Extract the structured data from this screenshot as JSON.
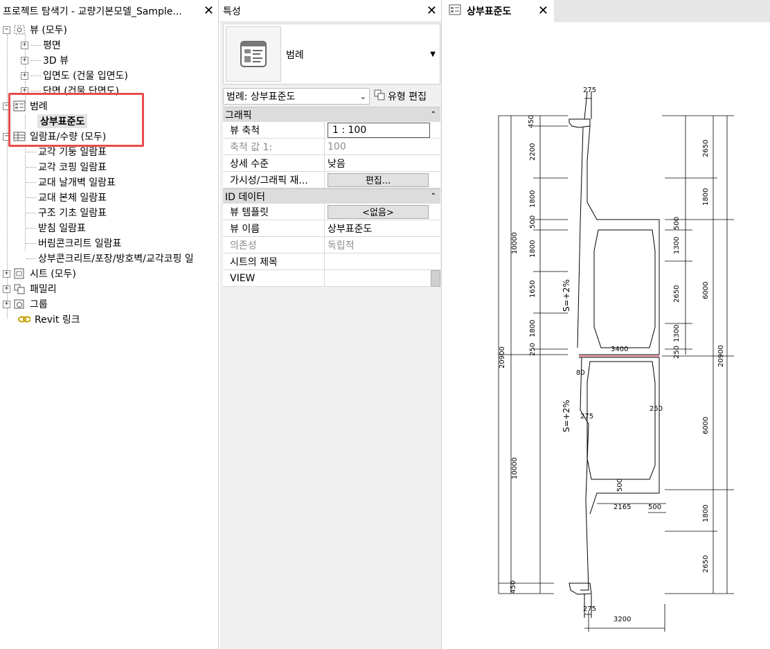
{
  "browser": {
    "title": "프로젝트 탐색기 - 교량기본모델_Sample...",
    "views_all": "뷰 (모두)",
    "plan": "평면",
    "view3d": "3D 뷰",
    "elevation": "입면도 (건물 입면도)",
    "section": "단면 (건물 단면도)",
    "legends": "범례",
    "legend_item": "상부표준도",
    "schedules": "일람표/수량 (모두)",
    "schedule_items": [
      "교각 기둥 일람표",
      "교각 코핑 일람표",
      "교대 날개벽 일람표",
      "교대 본체 일람표",
      "구조 기초 일람표",
      "받침 일람표",
      "버림콘크리트 일람표",
      "상부콘크리트/포장/방호벽/교각코핑 일"
    ],
    "sheets": "시트 (모두)",
    "families": "패밀리",
    "groups": "그룹",
    "revit_links": "Revit 링크",
    "highlight_color": "#e84b4b"
  },
  "properties": {
    "title": "특성",
    "type_name": "범례",
    "instance_select": "범례: 상부표준도",
    "edit_type": "유형 편집",
    "graphics_group": "그래픽",
    "rows_graphics": [
      {
        "key": "뷰 축척",
        "value": "1 : 100"
      },
      {
        "key": "축척 값    1:",
        "value": "100"
      },
      {
        "key": "상세 수준",
        "value": "낮음"
      },
      {
        "key": "가시성/그래픽 재...",
        "value": "편집..."
      }
    ],
    "id_group": "ID 데이터",
    "rows_id": [
      {
        "key": "뷰 템플릿",
        "value": "<없음>"
      },
      {
        "key": "뷰 이름",
        "value": "상부표준도"
      },
      {
        "key": "의존성",
        "value": "독립적"
      },
      {
        "key": "시트의 제목",
        "value": ""
      },
      {
        "key": "VIEW",
        "value": ""
      }
    ]
  },
  "drawing": {
    "tab_title": "상부표준도",
    "dims": {
      "top_275": "275",
      "left_450_top": "450",
      "left_2200": "2200",
      "left_1800_a": "1800",
      "left_500": "500",
      "left_1800_b": "1800",
      "left_1650": "1650",
      "left_1800_c": "1800",
      "left_250": "250",
      "left_10000_a": "10000",
      "left_10000_b": "10000",
      "left_450_bot": "450",
      "overall_20900_left": "20900",
      "right_2650_top": "2650",
      "right_1800_top": "1800",
      "right_500": "500",
      "right_1300_a": "1300",
      "right_2650_mid": "2650",
      "right_6000_a": "6000",
      "right_1300_b": "1300",
      "right_250": "250",
      "overall_20900_right": "20900",
      "width_3400": "3400",
      "d_80": "80",
      "d_275_mid": "275",
      "d_250": "250",
      "right_6000_b": "6000",
      "d_500_low": "500",
      "d_2165": "2165",
      "d_500_low2": "500",
      "right_1800_bot": "1800",
      "right_2650_bot": "2650",
      "bot_275": "275",
      "bot_3200": "3200",
      "slope_top": "S=+2%",
      "slope_bot": "S=+2%"
    }
  }
}
